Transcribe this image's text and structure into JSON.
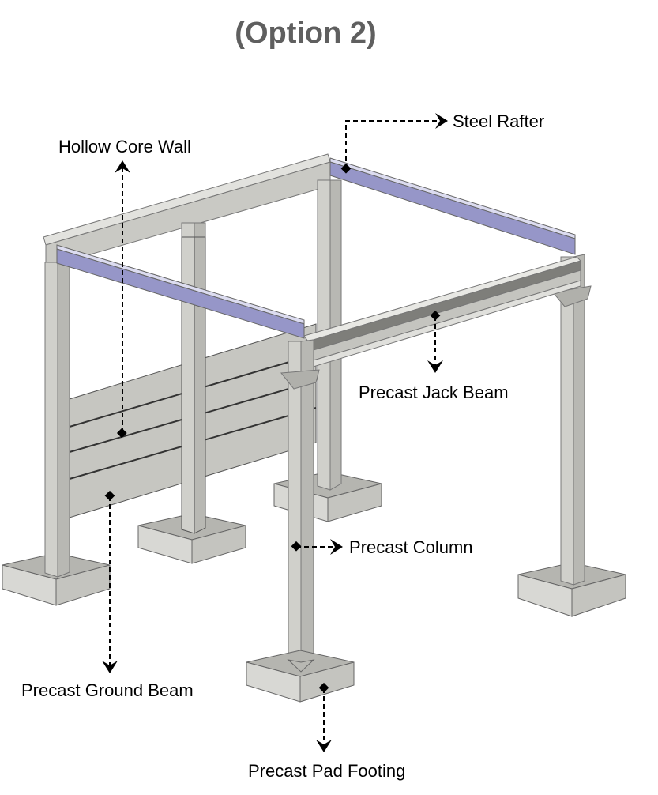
{
  "title": "(Option 2)",
  "labels": {
    "steel_rafter": "Steel Rafter",
    "hollow_core_wall": "Hollow Core Wall",
    "precast_jack_beam": "Precast Jack Beam",
    "precast_column": "Precast Column",
    "precast_ground_beam": "Precast Ground Beam",
    "precast_pad_footing": "Precast Pad Footing"
  },
  "colors": {
    "concrete": "#c9c9c4",
    "concrete_dark": "#a8a8a3",
    "steel": "#9696c8",
    "title": "#5f5f5f"
  }
}
